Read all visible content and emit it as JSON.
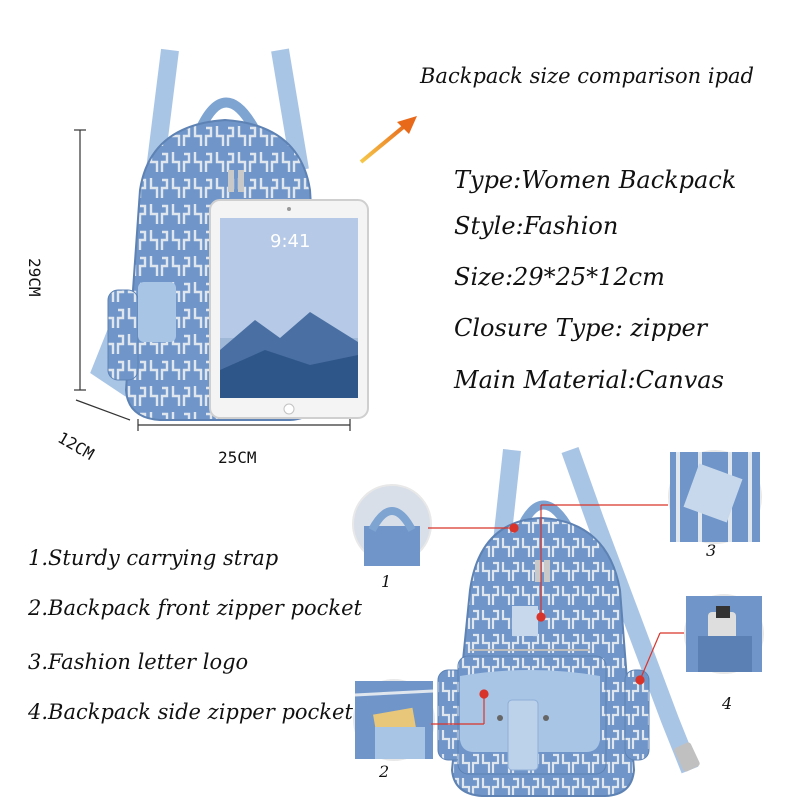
{
  "heading": "Backpack size comparison ipad",
  "specs": [
    "Type:Women Backpack",
    "Style:Fashion",
    "Size:29*25*12cm",
    "Closure Type: zipper",
    "Main Material:Canvas"
  ],
  "dimensions": {
    "height": "29CM",
    "width": "25CM",
    "depth": "12CM"
  },
  "tablet": {
    "time": "9:41"
  },
  "features": [
    "1.Sturdy carrying strap",
    "2.Backpack front zipper pocket",
    "3.Fashion letter logo",
    "4.Backpack side zipper pocket"
  ],
  "callouts": [
    "1",
    "2",
    "3",
    "4"
  ],
  "colors": {
    "denim": "#6f95c9",
    "strap": "#a9c5e6",
    "accent_red": "#d9342b",
    "arrow": "#e89a1a"
  }
}
